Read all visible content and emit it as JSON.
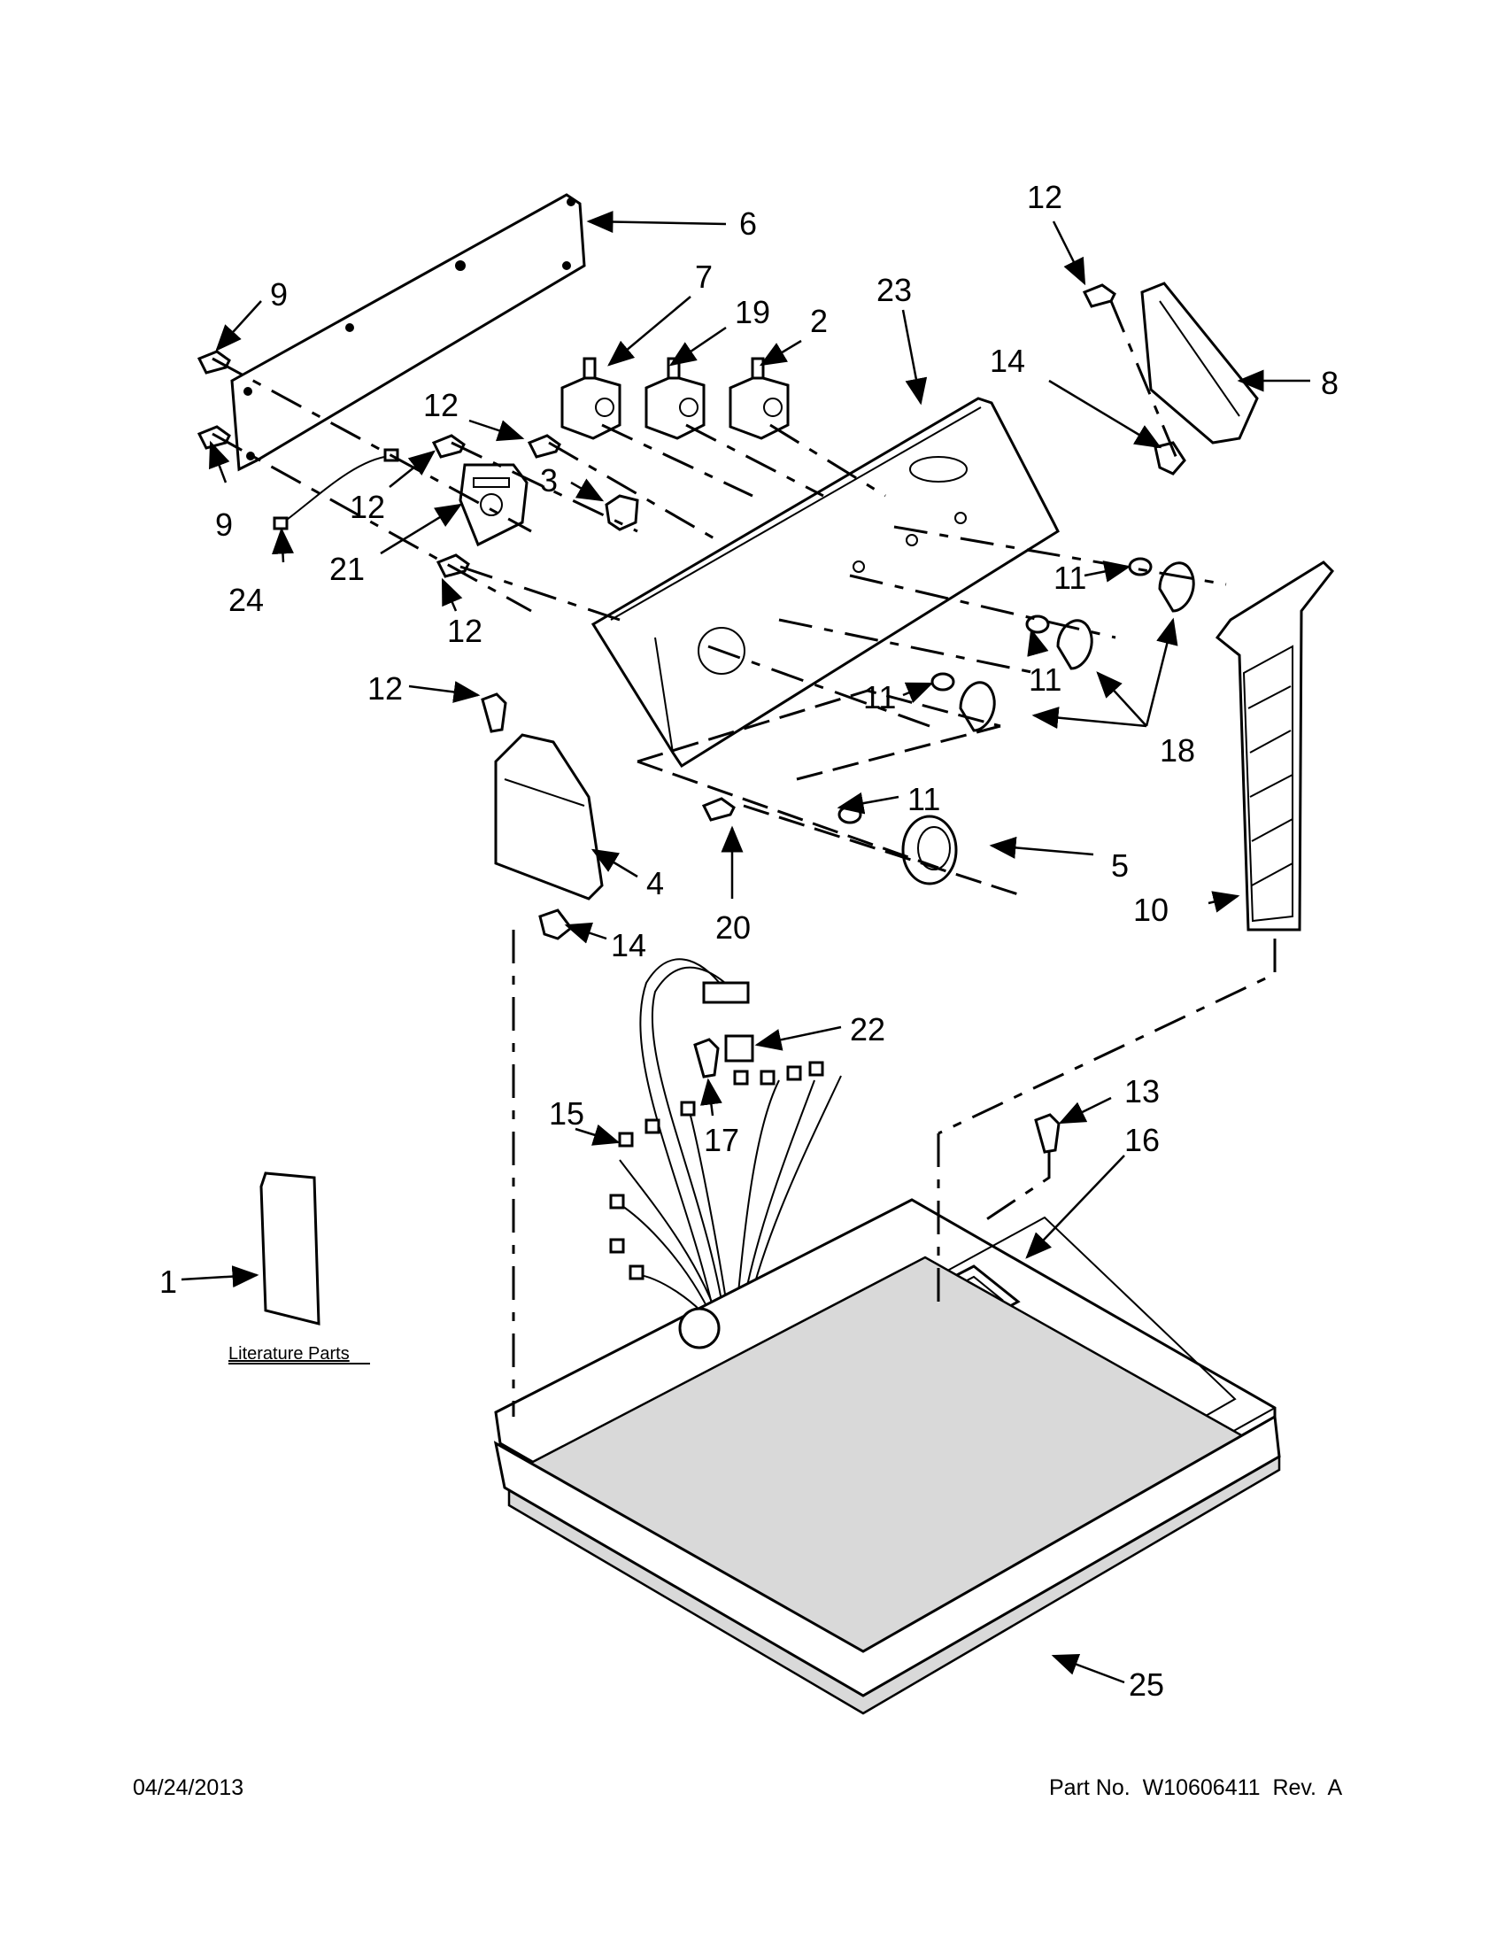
{
  "callouts": {
    "c1": "1",
    "c2": "2",
    "c3": "3",
    "c4": "4",
    "c5": "5",
    "c6": "6",
    "c7": "7",
    "c8": "8",
    "c9": "9",
    "c10": "10",
    "c11": "11",
    "c12": "12",
    "c13": "13",
    "c14": "14",
    "c15": "15",
    "c16": "16",
    "c17": "17",
    "c18": "18",
    "c19": "19",
    "c20": "20",
    "c21": "21",
    "c22": "22",
    "c23": "23",
    "c24": "24",
    "c25": "25"
  },
  "literature_label": "Literature Parts",
  "footer": {
    "date": "04/24/2013",
    "part_number": "Part No.  W10606411  Rev.  A"
  },
  "colors": {
    "ink": "#000000",
    "paper": "#ffffff",
    "shade": "#d9d9d9"
  }
}
